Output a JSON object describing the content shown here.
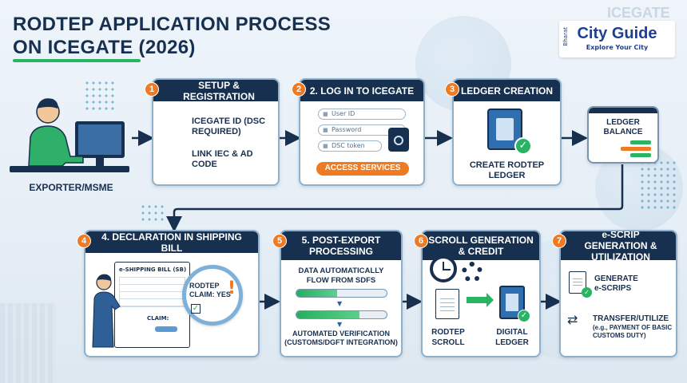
{
  "title": {
    "line1": "RODTEP APPLICATION PROCESS",
    "line2": "ON ICEGATE (2026)"
  },
  "logo": {
    "name": "City Guide",
    "tagline": "Explore Your City",
    "side": "Bharat",
    "bg_text": "ICEGATE"
  },
  "exporter": {
    "label": "EXPORTER/MSME"
  },
  "steps": [
    {
      "num": "1",
      "title": "SETUP & REGISTRATION",
      "items": [
        "ICEGATE ID (DSC REQUIRED)",
        "LINK IEC & AD CODE"
      ]
    },
    {
      "num": "2",
      "title": "2. LOG IN TO ICEGATE",
      "fields": [
        "User ID",
        "Password",
        "DSC token"
      ],
      "button": "ACCESS SERVICES"
    },
    {
      "num": "3",
      "title": "LEDGER CREATION",
      "caption": "CREATE RODTEP LEDGER"
    },
    {
      "num": "4",
      "title": "4. DECLARATION IN SHIPPING BILL",
      "doc_title": "e-SHIPPING BILL (SB)",
      "claim_label": "CLAIM:",
      "bubble": "RODTEP CLAIM: YES"
    },
    {
      "num": "5",
      "title": "5. POST-EXPORT PROCESSING",
      "text1": "DATA AUTOMATICALLY FLOW FROM SDFS",
      "text2": "AUTOMATED VERIFICATION (CUSTOMS/DGFT INTEGRATION)",
      "progress1": 0.45,
      "progress2": 0.7
    },
    {
      "num": "6",
      "title": "SCROLL GENERATION & CREDIT",
      "left": "RODTEP SCROLL",
      "right": "DIGITAL LEDGER"
    },
    {
      "num": "7",
      "title": "e-SCRIP GENERATION & UTILIZATION",
      "item1": "GENERATE e-SCRIPS",
      "item2": "TRANSFER/UTILIZE",
      "item2_note": "(e.g., PAYMENT OF BASIC CUSTOMS DUTY)"
    }
  ],
  "ledger_balance": {
    "title": "LEDGER BALANCE"
  },
  "colors": {
    "navy": "#17304f",
    "orange": "#f07a21",
    "green": "#28b463",
    "border": "#8fb0cb"
  }
}
